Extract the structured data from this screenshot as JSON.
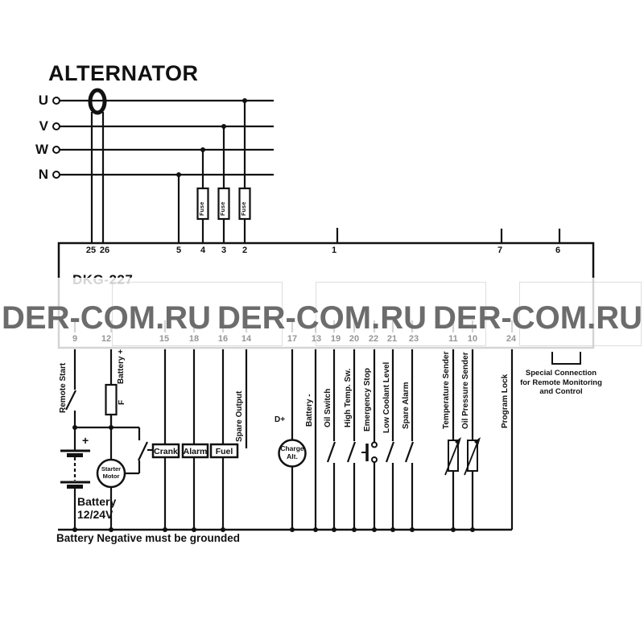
{
  "alternator": {
    "title": "ALTERNATOR",
    "phases": [
      "U",
      "V",
      "W",
      "N"
    ],
    "fuse_label": "Fuse"
  },
  "controller": {
    "model": "DKG-227",
    "top_terminals": [
      "25",
      "26",
      "5",
      "4",
      "3",
      "2",
      "1",
      "7",
      "6"
    ],
    "bottom_terminals": [
      "9",
      "12",
      "15",
      "18",
      "16",
      "14",
      "17",
      "13",
      "19",
      "20",
      "22",
      "21",
      "23",
      "11",
      "10",
      "24"
    ]
  },
  "signals": {
    "remote_start": "Remote Start",
    "battery_plus": "Battery +",
    "fuse_f": "F",
    "spare_output": "Spare Output",
    "d_plus": "D+",
    "battery_minus": "Battery -",
    "oil_switch": "Oil Switch",
    "high_temp": "High Temp. Sw.",
    "emergency_stop": "Emergency Stop",
    "low_coolant": "Low Coolant Level",
    "spare_alarm": "Spare Alarm",
    "temp_sender": "Temperature Sender",
    "oil_pressure_sender": "Oil Pressure Sender",
    "program_lock": "Program Lock"
  },
  "components": {
    "crank": "Crank",
    "alarm": "Alarm",
    "fuel": "Fuel",
    "starter_line1": "Starter",
    "starter_line2": "Motor",
    "charge_line1": "Charge",
    "charge_line2": "Alt.",
    "battery_line1": "Battery",
    "battery_line2": "12/24V",
    "battery_plus_sign": "+"
  },
  "notes": {
    "ground": "Battery Negative must be grounded",
    "special_1": "Special Connection",
    "special_2": "for Remote Monitoring",
    "special_3": "and Control"
  },
  "watermark": {
    "text": "DER-COM.RU",
    "color": "#6c6c6c"
  },
  "colors": {
    "line": "#111111",
    "faded_terminals": "#969696",
    "background": "#ffffff"
  }
}
